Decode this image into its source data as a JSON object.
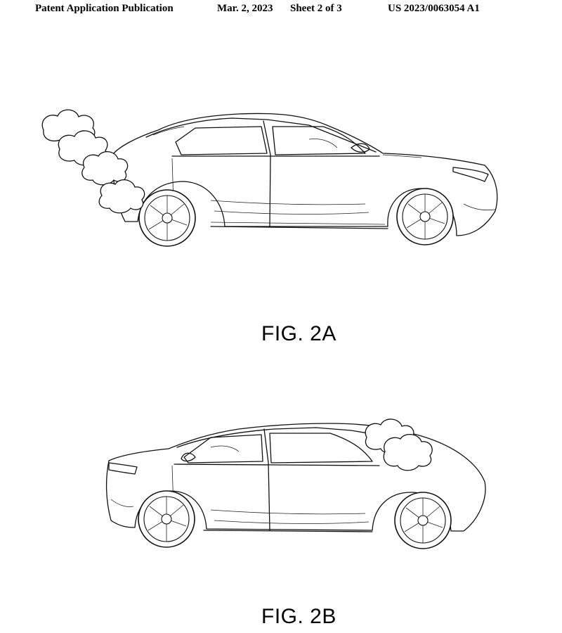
{
  "header": {
    "publication": "Patent Application Publication",
    "date": "Mar. 2, 2023",
    "sheet": "Sheet 2 of 3",
    "number": "US 2023/0063054 A1"
  },
  "figures": [
    {
      "label": "FIG. 2A"
    },
    {
      "label": "FIG. 2B"
    }
  ]
}
